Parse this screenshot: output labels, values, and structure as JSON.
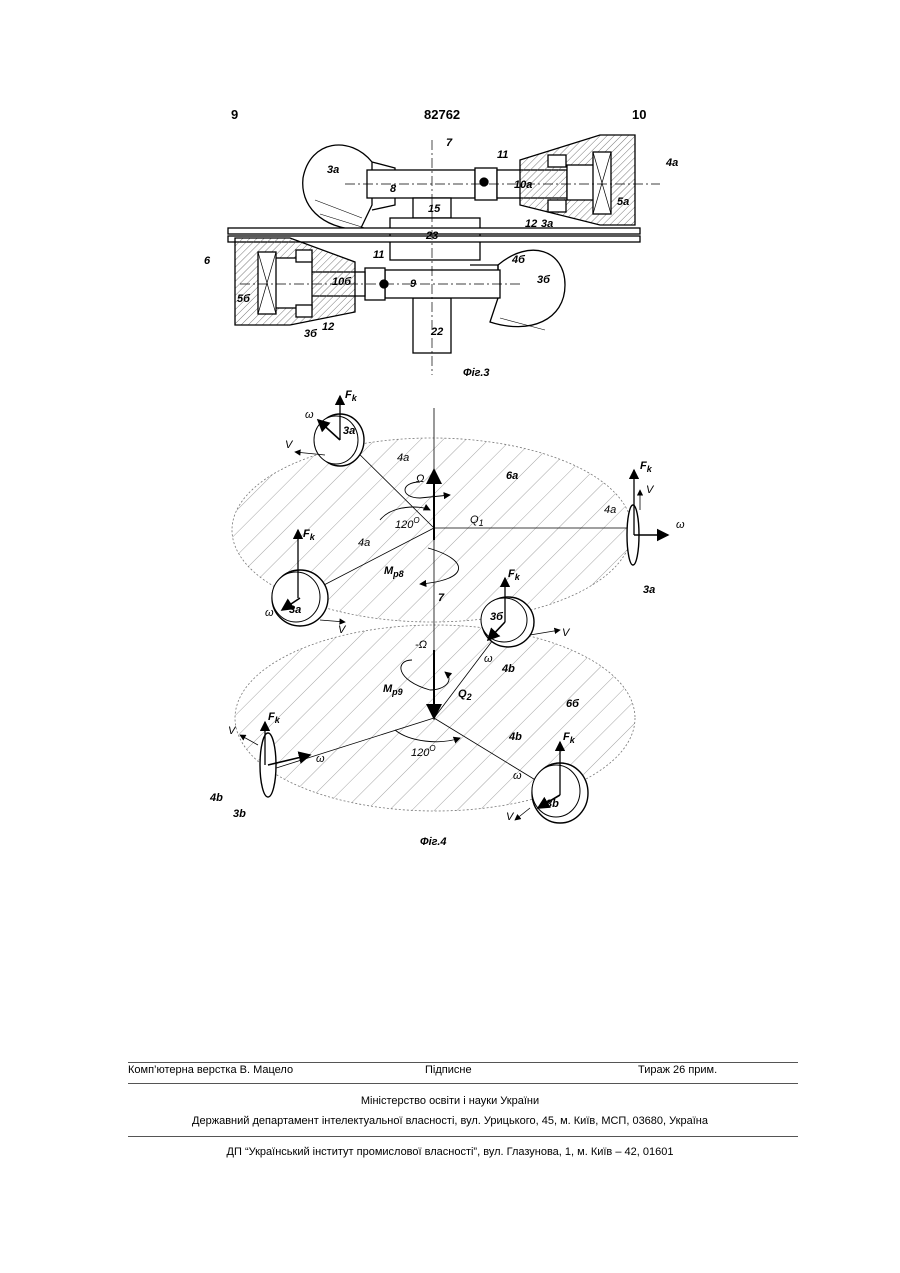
{
  "header": {
    "page_left": "9",
    "patent_number": "82762",
    "page_right": "10"
  },
  "figure3": {
    "caption": "Фіг.3",
    "labels": {
      "l7": "7",
      "l11a": "11",
      "l4a": "4а",
      "l3a": "3а",
      "l8": "8",
      "l10a": "10а",
      "l5a": "5а",
      "l15": "15",
      "l12a": "12",
      "l3a2": "3а",
      "l23": "23",
      "l6": "6",
      "l11b": "11",
      "l4b": "4б",
      "l10b": "10б",
      "l9": "9",
      "l3b": "3б",
      "l5b": "5б",
      "l3b2": "3б",
      "l12b": "12",
      "l22": "22"
    }
  },
  "figure4": {
    "caption": "Фіг.4",
    "labels": {
      "fk1": "F",
      "fk1s": "k",
      "w1": "ω",
      "v1": "V",
      "a3_1": "3а",
      "a4_1": "4а",
      "omega": "Ω",
      "d6a": "6а",
      "fk2": "F",
      "fk2s": "k",
      "v2": "V",
      "a4_2": "4а",
      "w2": "ω",
      "a3_2": "3а",
      "deg1": "120",
      "deg1s": "O",
      "q1": "Q",
      "q1s": "1",
      "fk3": "F",
      "fk3s": "k",
      "a4_3": "4а",
      "mp8": "M",
      "mp8s": "р8",
      "w3": "ω",
      "a3_3": "3а",
      "v3": "V",
      "l7": "7",
      "fk4": "F",
      "fk4s": "k",
      "b3_1": "3б",
      "v4": "V",
      "w4": "ω",
      "b4_1": "4b",
      "momega": "-Ω",
      "mp9": "M",
      "mp9s": "р9",
      "q2": "Q",
      "q2s": "2",
      "d6b": "6б",
      "fk5": "F",
      "fk5s": "k",
      "v5": "V",
      "w5": "ω",
      "b4_2": "4b",
      "b3_2": "3b",
      "deg2": "120",
      "deg2s": "O",
      "b4_3": "4b",
      "fk6": "F",
      "fk6s": "k",
      "w6": "ω",
      "b3_3": "3b",
      "v6": "V"
    }
  },
  "footer": {
    "layout_credit": "Комп’ютерна верстка В. Мацело",
    "signed": "Підписне",
    "circulation": "Тираж 26 прим.",
    "ministry": "Міністерство освіти і науки України",
    "department": "Державний департамент інтелектуальної власності, вул. Урицького, 45, м. Київ, МСП, 03680, Україна",
    "institute": "ДП “Український інститут промислової власності”, вул. Глазунова, 1, м. Київ – 42, 01601"
  }
}
